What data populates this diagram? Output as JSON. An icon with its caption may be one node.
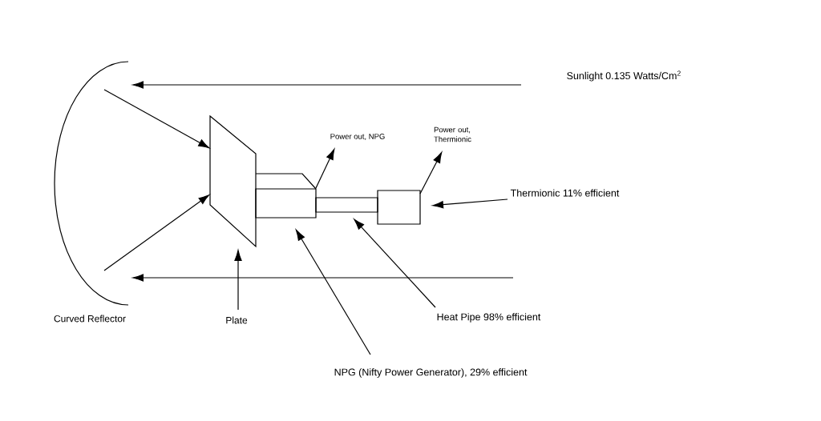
{
  "diagram": {
    "nodes": [
      {
        "text": [
          "Sunlight 0.135 Watts/Cm$^{2}$"
        ]
      },
      {
        "text": [],
        "shape": "arc"
      },
      {
        "text": [],
        "shape": "trapezoid"
      },
      {
        "text": [],
        "shape": "box"
      },
      {
        "text": [],
        "shape": "bar"
      },
      {
        "text": [],
        "shape": "box"
      },
      {
        "text": [
          "Power out, NPG"
        ]
      },
      {
        "text": [
          "Power out, Thermionic"
        ]
      },
      {
        "text": [
          "Thermionic 11% efficient"
        ]
      },
      {
        "text": [
          "Plate"
        ]
      },
      {
        "text": [
          "Heat Pipe 98% efficient"
        ]
      },
      {
        "text": [
          "NPG (Nifty Power Generator), 29% efficient"
        ]
      }
    ],
    "edges": [
      {
        "from": 0,
        "to": 1,
        "arrow": "to"
      },
      {
        "from": null,
        "to": 1,
        "arrow": "to"
      },
      {
        "from": 1,
        "to": 2,
        "arrow": "to"
      },
      {
        "from": 1,
        "to": 2,
        "arrow": "to"
      },
      {
        "from": 3,
        "to": 6,
        "arrow": "to"
      },
      {
        "from": 5,
        "to": 7,
        "arrow": "to"
      },
      {
        "from": 8,
        "to": 5,
        "arrow": "to"
      },
      {
        "from": 9,
        "to": 2,
        "arrow": "to"
      },
      {
        "from": 10,
        "to": 4,
        "arrow": "to"
      },
      {
        "from": 11,
        "to": 3,
        "arrow": "to"
      }
    ],
    "labels": [
      "Curved Reflector"
    ]
  }
}
